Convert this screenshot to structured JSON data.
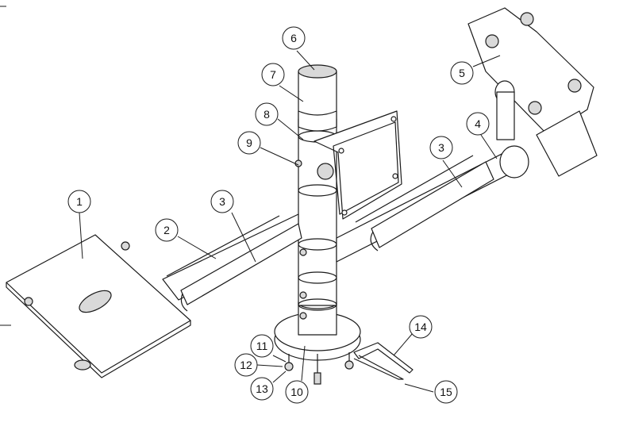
{
  "callouts": [
    {
      "label": "1"
    },
    {
      "label": "2"
    },
    {
      "label": "3"
    },
    {
      "label": "3"
    },
    {
      "label": "4"
    },
    {
      "label": "5"
    },
    {
      "label": "6"
    },
    {
      "label": "7"
    },
    {
      "label": "8"
    },
    {
      "label": "9"
    },
    {
      "label": "10"
    },
    {
      "label": "11"
    },
    {
      "label": "12"
    },
    {
      "label": "13"
    },
    {
      "label": "14"
    },
    {
      "label": "15"
    }
  ]
}
